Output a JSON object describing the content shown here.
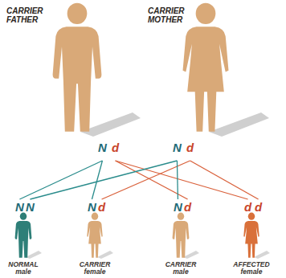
{
  "diagram": {
    "nodes": [
      {
        "text": [
          "CARRIER FATHER",
          "N",
          "d"
        ]
      },
      {
        "text": [
          "CARRIER MOTHER",
          "N",
          "d"
        ]
      },
      {
        "text": [
          "N",
          "N",
          "NORMAL male"
        ]
      },
      {
        "text": [
          "N",
          "d",
          "CARRIER female"
        ]
      },
      {
        "text": [
          "N",
          "d",
          "CARRIER male"
        ]
      },
      {
        "text": [
          "d",
          "d",
          "AFFECTED female"
        ]
      }
    ],
    "edges": [
      {
        "from": 0,
        "to": 2,
        "arrow": "none"
      },
      {
        "from": 0,
        "to": 3,
        "arrow": "none"
      },
      {
        "from": 0,
        "to": 4,
        "arrow": "none"
      },
      {
        "from": 0,
        "to": 5,
        "arrow": "none"
      },
      {
        "from": 1,
        "to": 2,
        "arrow": "none"
      },
      {
        "from": 1,
        "to": 3,
        "arrow": "none"
      },
      {
        "from": 1,
        "to": 4,
        "arrow": "none"
      },
      {
        "from": 1,
        "to": 5,
        "arrow": "none"
      }
    ]
  }
}
